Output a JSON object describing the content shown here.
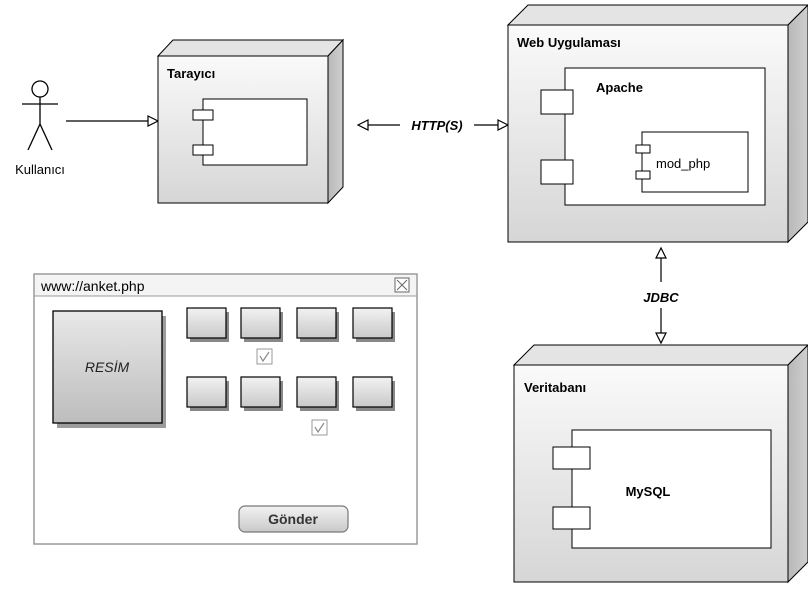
{
  "actor": {
    "label": "Kullanıcı",
    "icon": "stick-figure-icon"
  },
  "nodes": {
    "browser": {
      "title": "Tarayıcı"
    },
    "webapp": {
      "title": "Web Uygulaması",
      "component": "Apache",
      "inner_component": "mod_php"
    },
    "database": {
      "title": "Veritabanı",
      "component": "MySQL"
    }
  },
  "connectors": {
    "http": "HTTP(S)",
    "jdbc": "JDBC"
  },
  "mockup": {
    "title": "www://anket.php",
    "close_icon": "close-icon",
    "image_label": "RESİM",
    "checkbox_icon": "checkmark-icon",
    "submit_label": "Gönder"
  },
  "colors": {
    "stroke": "#000000",
    "node_face_top": "#fafafa",
    "node_face_bottom": "#d8d8d8",
    "node_side": "#bcbcbc",
    "node_top": "#e6e6e6",
    "mockup_border": "#9a9a9a",
    "mockup_titlebar": "#f4f4f4"
  }
}
